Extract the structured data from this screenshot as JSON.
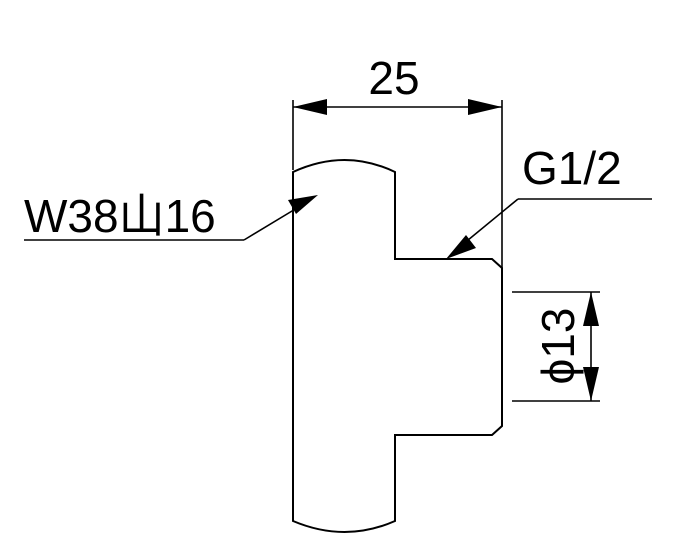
{
  "drawing": {
    "dimensions": {
      "width_label": "25",
      "thread_label": "G1/2",
      "nut_label": "W38山16",
      "diameter_label": "ϕ13"
    },
    "colors": {
      "ink": "#000000",
      "background": "#ffffff"
    }
  }
}
